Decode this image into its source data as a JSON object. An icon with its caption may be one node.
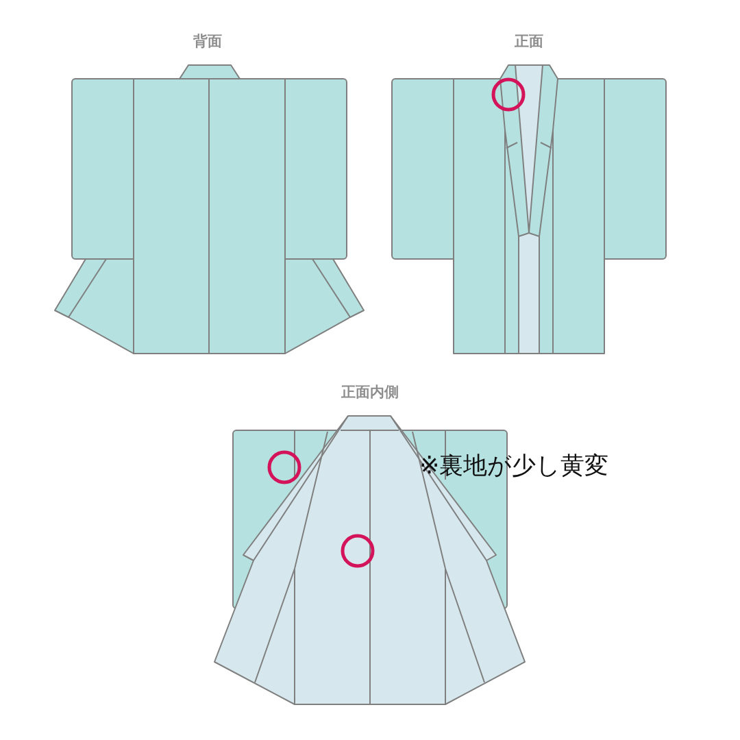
{
  "diagram": {
    "labels": [
      "背面",
      "正面",
      "正面内側",
      "※裏地が少し黄変"
    ]
  }
}
